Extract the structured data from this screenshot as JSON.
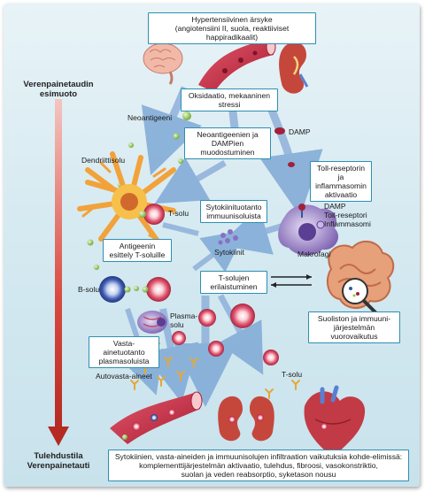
{
  "side": {
    "top_line1": "Verenpainetaudin",
    "top_line2": "esimuoto",
    "bottom_line1": "Tulehdustila",
    "bottom_line2": "Verenpainetauti"
  },
  "boxes": {
    "stimulus_line1": "Hypertensiivinen ärsyke",
    "stimulus_line2": "(angiotensiini II, suola, reaktiiviset happiradikaalit)",
    "oxidation": "Oksidaatio, mekaaninen stressi",
    "neoantigen_formation_line1": "Neoantigeenien ja",
    "neoantigen_formation_line2": "DAMPien muodostuminen",
    "toll_line1": "Toll-reseptorin ja",
    "toll_line2": "inflammasomin",
    "toll_line3": "aktivaatio",
    "cytokine_production_line1": "Sytokiinituotanto",
    "cytokine_production_line2": "immuunisoluista",
    "antigen_presentation_line1": "Antigeenin",
    "antigen_presentation_line2": "esittely T-soluille",
    "tcell_diff_line1": "T-solujen",
    "tcell_diff_line2": "erilaistuminen",
    "antibody_production_line1": "Vasta-ainetuotanto",
    "antibody_production_line2": "plasmasoluista",
    "gut_line1": "Suoliston ja immuuni-",
    "gut_line2": "järjestelmän vuorovaikutus",
    "bottom_line1": "Sytokiinien, vasta-aineiden ja immuunisolujen infiltraation vaikutuksia kohde-elimissä:",
    "bottom_line2": "komplementtijärjestelmän aktivaatio, tulehdus, fibroosi, vasokonstriktio,",
    "bottom_line3": "suolan ja veden reabsorptio, syketason nousu"
  },
  "labels": {
    "neoantigen": "Neoantigeeni",
    "damp": "DAMP",
    "dendritic": "Dendriittisolu",
    "tcell": "T-solu",
    "cytokines": "Sytokiinit",
    "damp_legend": "DAMP",
    "toll_receptor": "Toll-reseptori",
    "inflammasome": "Inflammasomi",
    "macrophage": "Makrofagi",
    "bcell": "B-solu",
    "plasma_line1": "Plasma-",
    "plasma_line2": "solu",
    "autoantibodies": "Autovasta-aineet",
    "tcell_lower": "T-solu"
  },
  "colors": {
    "accent": "#2e8fb1",
    "arrow": "#7fa9d6",
    "red_cell": "#c8324a",
    "green_antigen": "#8cc63f",
    "side_arrow": "#d23a32",
    "gold_antibody": "#e3a83a"
  }
}
